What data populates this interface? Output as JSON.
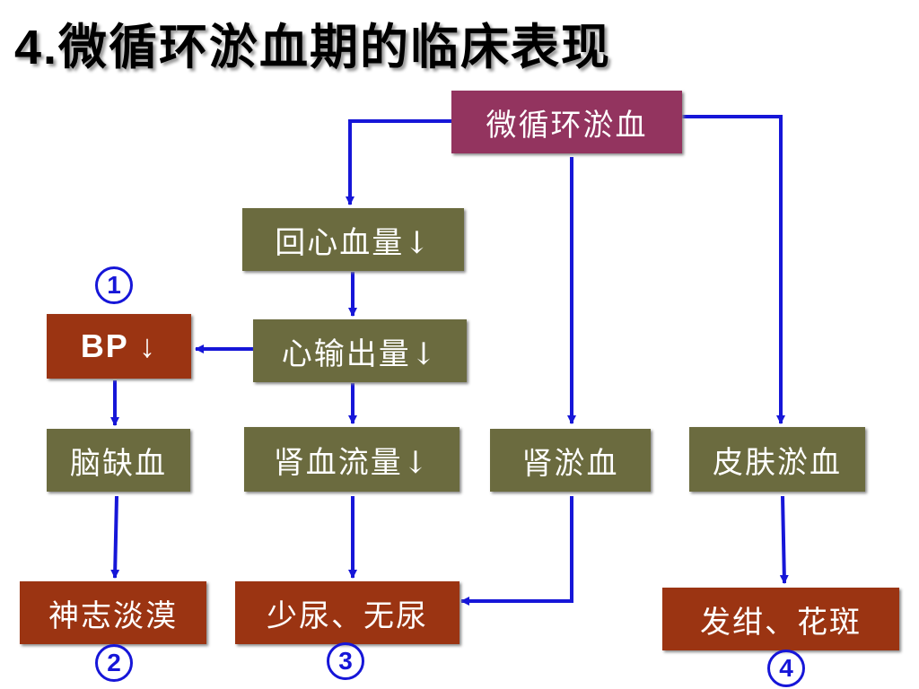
{
  "title": {
    "number": "4.",
    "text": "微循环淤血期的临床表现"
  },
  "colors": {
    "arrow": "#1616d8",
    "olive": "#6b6b3f",
    "rust": "#9b3412",
    "plum": "#93345f"
  },
  "nodes": {
    "root": "微循环淤血",
    "return_flow": "回心血量↓",
    "cardiac_output": "心输出量↓",
    "bp": "BP ↓",
    "brain": "脑缺血",
    "renal_flow": "肾血流量↓",
    "renal_congestion": "肾淤血",
    "skin": "皮肤淤血",
    "mental": "神志淡漠",
    "urine": "少尿、无尿",
    "cyanosis": "发绀、花斑"
  },
  "markers": {
    "m1": "1",
    "m2": "2",
    "m3": "3",
    "m4": "4"
  }
}
